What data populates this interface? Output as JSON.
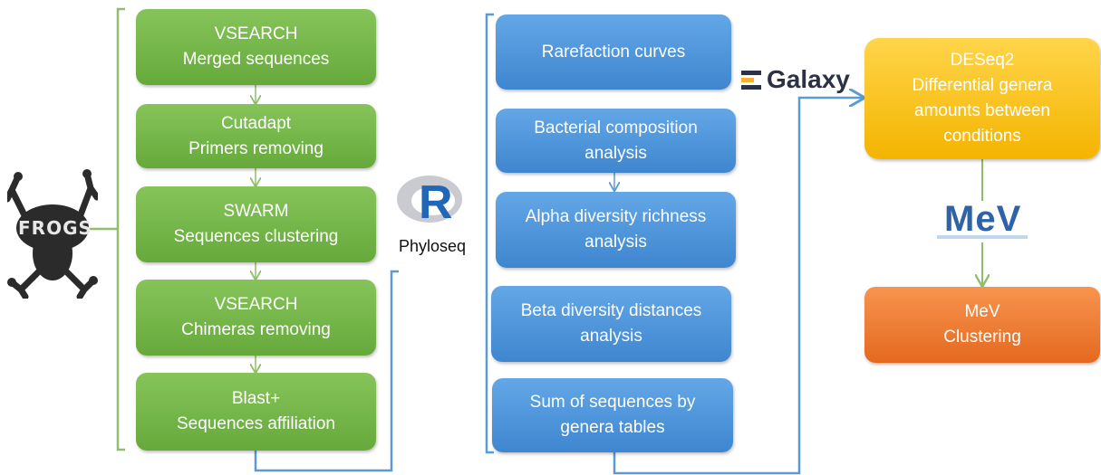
{
  "pipeline_steps": [
    {
      "line1": "VSEARCH",
      "line2": "Merged sequences"
    },
    {
      "line1": "Cutadapt",
      "line2": "Primers removing"
    },
    {
      "line1": "SWARM",
      "line2": "Sequences clustering"
    },
    {
      "line1": "VSEARCH",
      "line2": "Chimeras removing"
    },
    {
      "line1": "Blast+",
      "line2": "Sequences affiliation"
    }
  ],
  "analysis_steps": [
    {
      "line1": "Rarefaction curves",
      "line2": ""
    },
    {
      "line1": "Bacterial composition",
      "line2": "analysis"
    },
    {
      "line1": "Alpha diversity richness",
      "line2": "analysis"
    },
    {
      "line1": "Beta diversity distances",
      "line2": "analysis"
    },
    {
      "line1": "Sum of sequences by",
      "line2": "genera tables"
    }
  ],
  "deseq": {
    "line1": "DESeq2",
    "line2": "Differential genera",
    "line3": "amounts between",
    "line4": "conditions"
  },
  "mev_box": {
    "line1": "MeV",
    "line2": "Clustering"
  },
  "logos": {
    "frogs": "FROGS",
    "r_letter": "R",
    "phyloseq": "Phyloseq",
    "galaxy": "Galaxy",
    "mev": "MeV"
  },
  "colors": {
    "green": "#72b447",
    "blue": "#4f95db",
    "yellow": "#fbc21b",
    "orange": "#ee7a34",
    "connector": "#5b9bd5"
  }
}
